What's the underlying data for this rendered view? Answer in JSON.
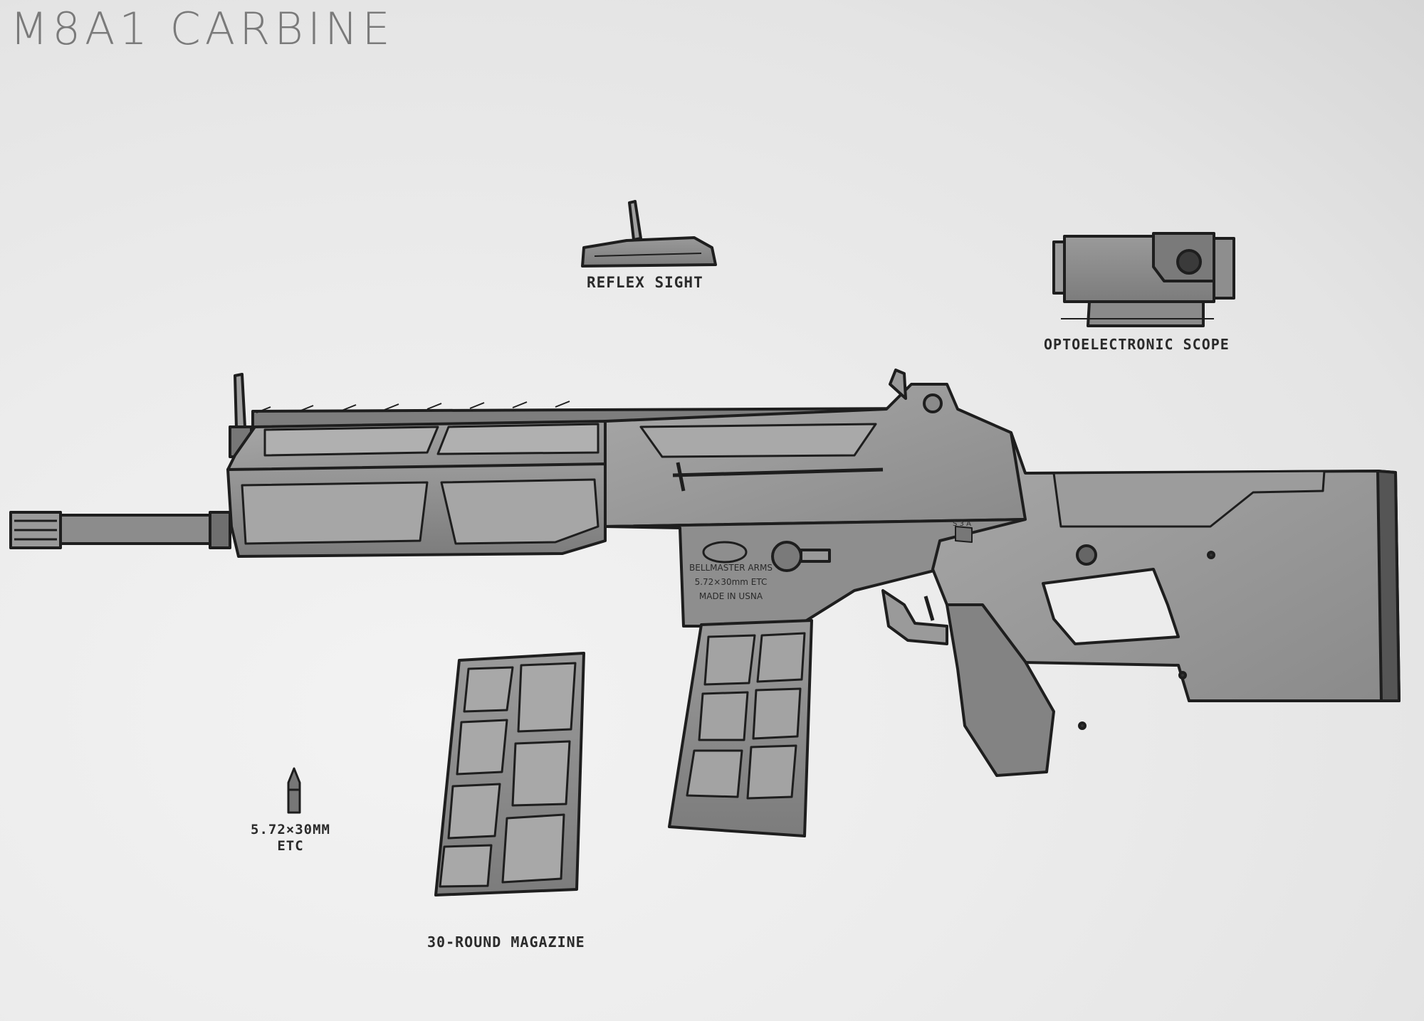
{
  "title": "M8A1 CARBINE",
  "labels": {
    "reflex_sight": "REFLEX SIGHT",
    "optoelectronic_scope": "OPTOELECTRONIC SCOPE",
    "round_line1": "5.72×30MM",
    "round_line2": "ETC",
    "magazine": "30-ROUND MAGAZINE"
  },
  "receiver_markings": {
    "maker": "BELLMASTER ARMS",
    "caliber": "5.72×30mm ETC",
    "origin": "MADE IN USNA"
  },
  "selector_markings": "S 3 A",
  "colors": {
    "paper": "#ececec",
    "pencil_dark": "#1e1e1e",
    "shade_mid": "#8c8c8c",
    "shade_light": "#b3b3b3"
  }
}
